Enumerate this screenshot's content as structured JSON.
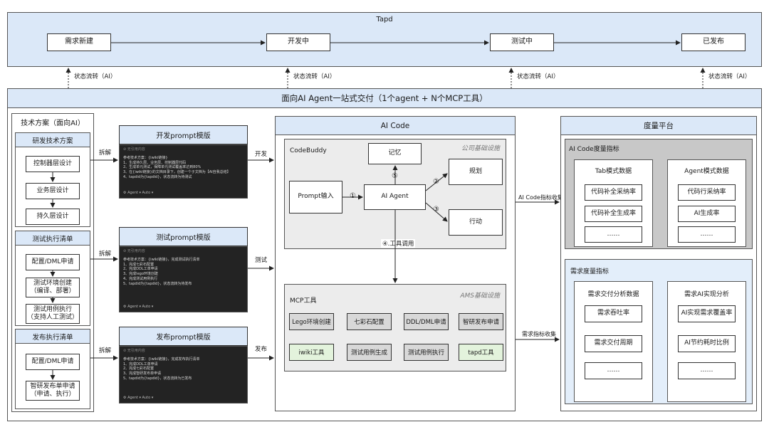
{
  "tapd": {
    "title": "Tapd",
    "stages": [
      "需求新建",
      "开发中",
      "测试中",
      "已发布"
    ],
    "transition_label": "状态流转（AI）"
  },
  "main_title": "面向AI Agent一站式交付（1个agent + N个MCP工具）",
  "tech": {
    "title": "技术方案（面向AI）",
    "rd": {
      "title": "研发技术方案",
      "items": [
        "控制器层设计",
        "业务层设计",
        "持久层设计"
      ]
    },
    "test": {
      "title": "测试执行清单",
      "items": [
        "配置/DML申请",
        "测试环境创建\n（编译、部署）",
        "测试用例执行\n（支持人工测试）"
      ]
    },
    "release": {
      "title": "发布执行清单",
      "items": [
        "配置/DML申请",
        "智研发布单申请\n（申请、执行）"
      ]
    }
  },
  "split_label": "拆解",
  "templates": [
    {
      "title": "开发prompt模版",
      "out_label": "开发",
      "header": "⊘ 无引用内容",
      "lines": [
        "参考技术方案：{iwiki链接}",
        "1、生成持久层、业务层、控制器层代码",
        "2、生成单元测试，保障单元测试覆盖率达到80%",
        "3、在{iwiki链接}的文档目录下，创建一个子文档为【AI自我总结】",
        "4、tapdid为{tapdid}，状态流转为待测试"
      ],
      "footer": "⚙ Agent ▾    Auto ▾"
    },
    {
      "title": "测试prompt模版",
      "out_label": "测试",
      "header": "⊘ 无引用内容",
      "lines": [
        "参考技术方案：{iwiki链接}，完成测试执行清单",
        "1、完成七彩石配置",
        "2、完成DDL工单申请",
        "3、完成lego环境创建",
        "4、完成测试用例执行",
        "5、tapdid为{tapdid}，状态流转为待发布"
      ],
      "footer": "⚙ Agent ▾    Auto ▾"
    },
    {
      "title": "发布prompt模版",
      "out_label": "发布",
      "header": "⊘ 无引用内容",
      "lines": [
        "参考技术方案：{iwiki链接}，完成发布执行清单",
        "1、完成DDL工单申请",
        "2、完成七彩石配置",
        "3、完成智研发布单申请",
        "5、tapdid为{tapdid}，状态流转为已发布"
      ],
      "footer": "⚙ Agent ▾    Auto ▾"
    }
  ],
  "aicode": {
    "title": "AI Code",
    "codebuddy": {
      "title": "CodeBuddy",
      "infra": "公司基础设施",
      "memory": "记忆",
      "prompt_input": "Prompt输入",
      "agent": "AI Agent",
      "plan": "规划",
      "action": "行动",
      "step1": "①",
      "step2": "②",
      "step3": "③",
      "step5": "⑤"
    },
    "tool_call": "④.工具调用",
    "mcp": {
      "title": "MCP工具",
      "infra": "AMS基础设施",
      "row1": [
        "Lego环境创建",
        "七彩石配置",
        "DDL/DML申请",
        "智研发布申请"
      ],
      "row2": [
        "iwiki工具",
        "测试用例生成",
        "测试用例执行",
        "tapd工具"
      ]
    }
  },
  "collect": {
    "aicode": "AI Code指标收集",
    "req": "需求指标收集"
  },
  "metrics": {
    "title": "度量平台",
    "aicode": {
      "title": "AI Code度量指标",
      "tab": {
        "title": "Tab模式数据",
        "items": [
          "代码补全采纳率",
          "代码补全生成率",
          "……"
        ]
      },
      "agent": {
        "title": "Agent模式数据",
        "items": [
          "代码行采纳率",
          "AI生成率",
          "……"
        ]
      }
    },
    "req": {
      "title": "需求度量指标",
      "delivery": {
        "title": "需求交付分析数据",
        "items": [
          "需求吞吐率",
          "需求交付周期",
          "……"
        ]
      },
      "ai": {
        "title": "需求AI实现分析",
        "items": [
          "AI实现需求覆盖率",
          "AI节约耗时比例",
          "……"
        ]
      }
    }
  },
  "colors": {
    "blue_fill": "#dbe8f8",
    "gray_fill": "#c8c8c8",
    "green_fill": "#e3f3dc",
    "terminal": "#232323"
  }
}
